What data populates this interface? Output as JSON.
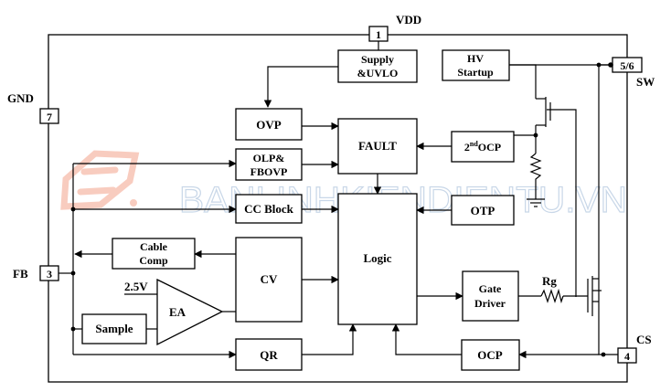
{
  "colors": {
    "line": "#000000",
    "watermark": "#9db8d6",
    "watermark_logo": "#f4a38c"
  },
  "pins": {
    "vdd": {
      "number": "1",
      "name": "VDD"
    },
    "sw": {
      "number": "5/6",
      "name": "SW"
    },
    "gnd": {
      "number": "7",
      "name": "GND"
    },
    "fb": {
      "number": "3",
      "name": "FB"
    },
    "cs": {
      "number": "4",
      "name": "CS"
    }
  },
  "blocks": {
    "supply_line1": "Supply",
    "supply_line2": "&UVLO",
    "hv_line1": "HV",
    "hv_line2": "Startup",
    "ovp": "OVP",
    "olp_line1": "OLP&",
    "olp_line2": "FBOVP",
    "fault": "FAULT",
    "ocp2_prefix": "2",
    "ocp2_sup": "nd",
    "ocp2_suffix": "OCP",
    "cc_block": "CC Block",
    "otp": "OTP",
    "logic": "Logic",
    "cable_line1": "Cable",
    "cable_line2": "Comp",
    "cv": "CV",
    "ea": "EA",
    "vref": "2.5V",
    "sample": "Sample",
    "gate_line1": "Gate",
    "gate_line2": "Driver",
    "rg": "Rg",
    "qr": "QR",
    "ocp": "OCP"
  },
  "watermark": {
    "text": "BANLINHKIENDIENTU.VN",
    "logo": "logo-mark"
  }
}
